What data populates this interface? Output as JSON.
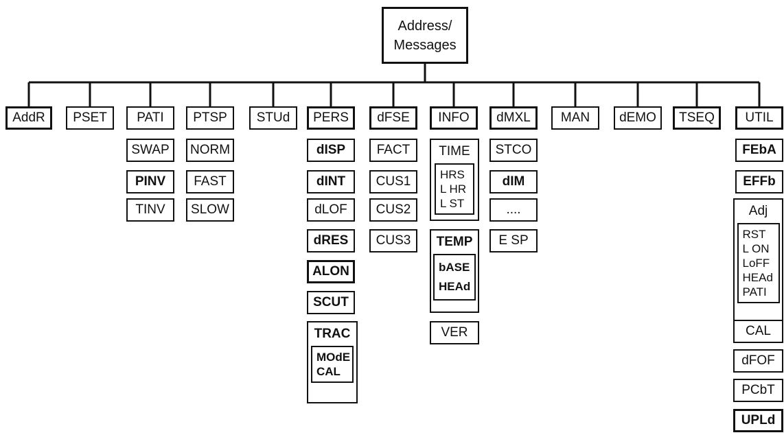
{
  "root": {
    "line1": "Address/",
    "line2": "Messages"
  },
  "menus": {
    "addr": "AddR",
    "pset": "PSET",
    "pati": {
      "label": "PATI",
      "items": [
        "SWAP",
        "PINV",
        "TINV"
      ]
    },
    "ptsp": {
      "label": "PTSP",
      "items": [
        "NORM",
        "FAST",
        "SLOW"
      ]
    },
    "stud": "STUd",
    "pers": {
      "label": "PERS",
      "items": [
        "dISP",
        "dINT",
        "dLOF",
        "dRES",
        "ALON",
        "SCUT"
      ],
      "trac": {
        "label": "TRAC",
        "sub": [
          "MOdE",
          "CAL"
        ]
      }
    },
    "dfse": {
      "label": "dFSE",
      "items": [
        "FACT",
        "CUS1",
        "CUS2",
        "CUS3"
      ]
    },
    "info": {
      "label": "INFO",
      "time": {
        "label": "TIME",
        "sub": [
          "HRS",
          "L HR",
          "L ST"
        ]
      },
      "temp": {
        "label": "TEMP",
        "sub": [
          "bASE",
          "HEAd"
        ]
      },
      "ver": "VER"
    },
    "dmxl": {
      "label": "dMXL",
      "items": [
        "STCO",
        "dIM",
        "....",
        "E SP"
      ]
    },
    "man": "MAN",
    "demo": "dEMO",
    "tseq": "TSEQ",
    "util": {
      "label": "UTIL",
      "items_top": [
        "FEbA",
        "EFFb"
      ],
      "adj": {
        "label": "Adj",
        "sub": [
          "RST",
          "L ON",
          "LoFF",
          "HEAd",
          "PATI"
        ]
      },
      "items_bottom": [
        "CAL",
        "dFOF",
        "PCbT",
        "UPLd"
      ]
    }
  }
}
